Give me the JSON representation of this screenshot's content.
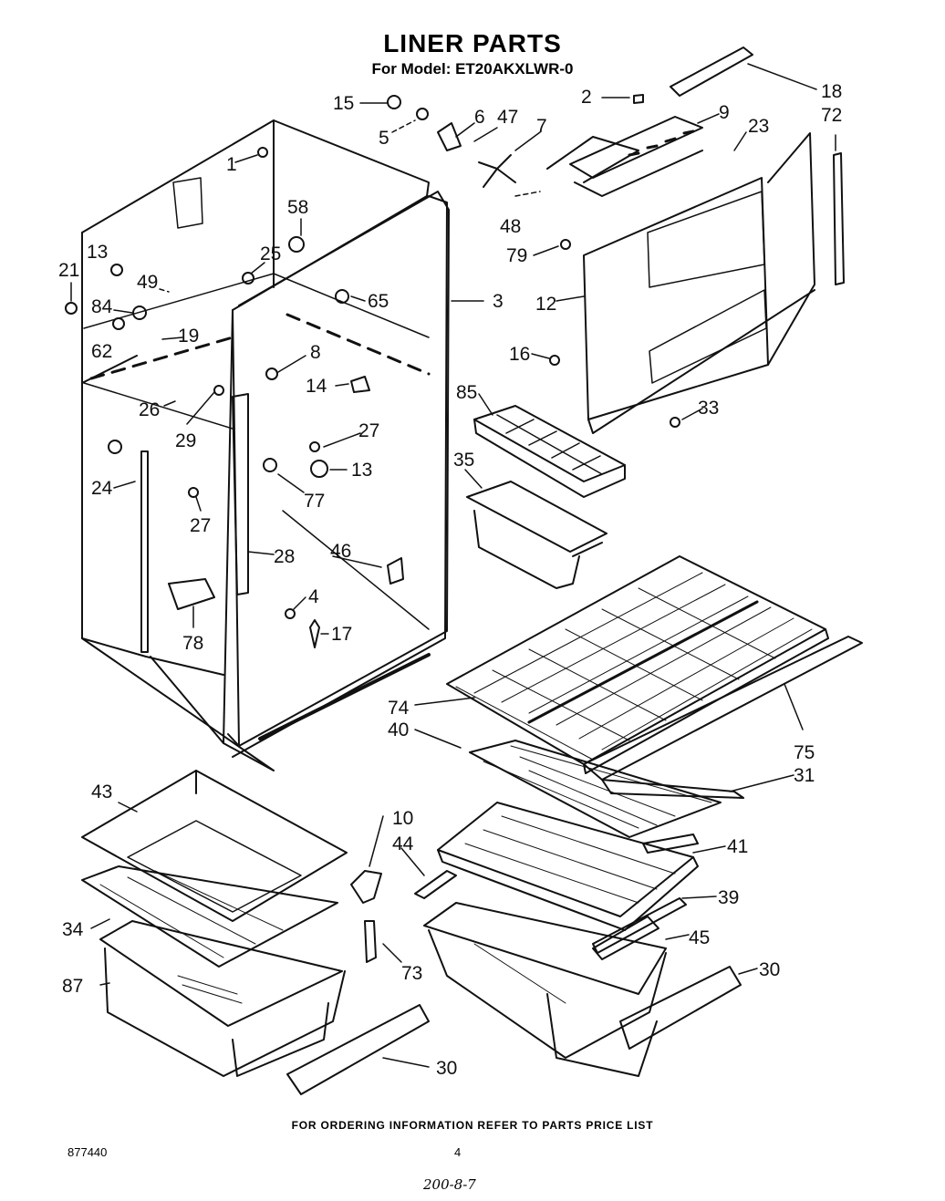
{
  "header": {
    "title": "LINER PARTS",
    "subtitle": "For Model: ET20AKXLWR-0"
  },
  "footer": {
    "ordering_note": "FOR ORDERING INFORMATION REFER TO PARTS PRICE LIST",
    "doc_number": "877440",
    "page_number": "4",
    "handwritten_code": "200-8-7"
  },
  "callouts": [
    "15",
    "5",
    "6",
    "47",
    "7",
    "2",
    "9",
    "18",
    "72",
    "23",
    "1",
    "58",
    "25",
    "13",
    "21",
    "49",
    "84",
    "62",
    "19",
    "65",
    "3",
    "48",
    "79",
    "12",
    "8",
    "14",
    "16",
    "33",
    "26",
    "29",
    "27",
    "13",
    "24",
    "27",
    "77",
    "28",
    "46",
    "4",
    "78",
    "17",
    "85",
    "35",
    "74",
    "40",
    "75",
    "31",
    "43",
    "10",
    "44",
    "41",
    "39",
    "34",
    "73",
    "45",
    "87",
    "30",
    "30"
  ]
}
